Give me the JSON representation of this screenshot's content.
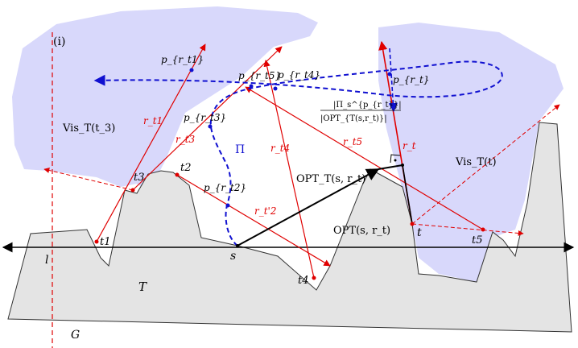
{
  "figure": {
    "label_i": "(i)",
    "terrain": "T",
    "line_l": "l",
    "line_G": "G",
    "start_s": "s",
    "target_t": "t",
    "ray_points": [
      "t1",
      "t2",
      "t3",
      "t4",
      "t5"
    ],
    "vis_t3": "Vis_T(t_3)",
    "vis_t": "Vis_T(t)",
    "opt_T": "OPT_T(s, r_t)",
    "opt": "OPT(s, r_t)",
    "pi": "Π",
    "ratio_num": "|Π_s^{p_{r_t}}|",
    "ratio_den": "|OPT_{T(s,r_t)}|",
    "projections": [
      "p_{r_t1}",
      "p_{r_t2}",
      "p_{r_t3}",
      "p_{r_t4}",
      "p_{r_t5}",
      "p_{r_t}"
    ],
    "rays": [
      "r_t1",
      "r_t'2",
      "r_t3",
      "r_t4",
      "r_t5",
      "r_t"
    ]
  },
  "colors": {
    "terrain_fill": "#e4e4e4",
    "vis_fill": "#d8d8fb",
    "ray": "#e00000",
    "path": "#1010d0"
  }
}
